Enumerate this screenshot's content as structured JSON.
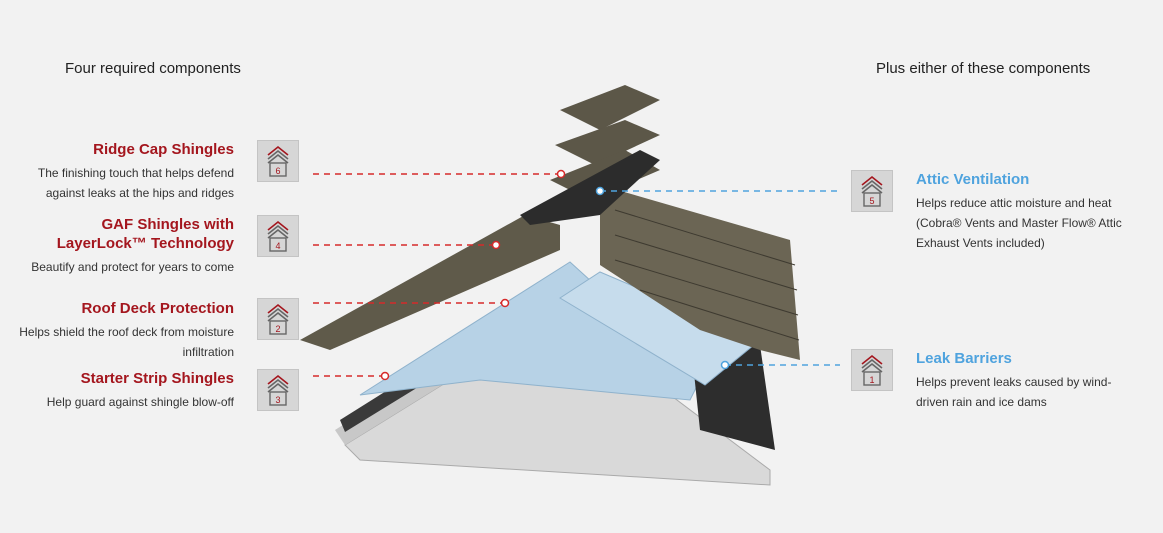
{
  "headings": {
    "left": "Four required components",
    "right": "Plus either of these components"
  },
  "left_components": [
    {
      "number": "6",
      "title": "Ridge Cap Shingles",
      "description": "The finishing touch that helps defend against leaks at the hips and ridges"
    },
    {
      "number": "4",
      "title": "GAF Shingles with LayerLock™ Technology",
      "description": "Beautify and protect for years to come"
    },
    {
      "number": "2",
      "title": "Roof Deck Protection",
      "description": "Helps shield the roof deck from moisture infiltration"
    },
    {
      "number": "3",
      "title": "Starter Strip Shingles",
      "description": "Help guard against shingle blow-off"
    }
  ],
  "right_components": [
    {
      "number": "5",
      "title": "Attic Ventilation",
      "description": "Helps reduce attic moisture and heat (Cobra® Vents and Master Flow® Attic Exhaust Vents included)"
    },
    {
      "number": "1",
      "title": "Leak Barriers",
      "description": "Helps prevent leaks caused by wind-driven rain and ice dams"
    }
  ],
  "colors": {
    "required_accent": "#a4161e",
    "optional_accent": "#4fa3de",
    "shingle": "#6b6554",
    "barrier": "#2d2d2d",
    "underlayment": "#bcd8ea",
    "deck": "#d9d9d9"
  }
}
